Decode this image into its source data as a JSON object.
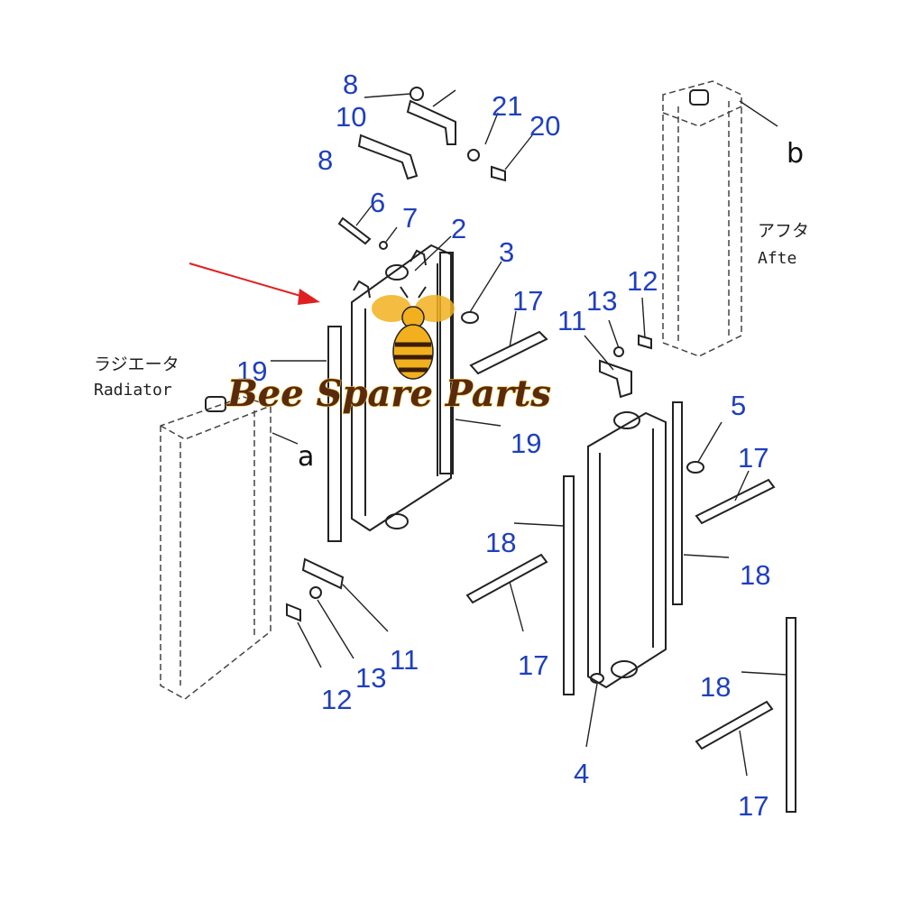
{
  "labels": {
    "radiator_jp": "ラジエータ",
    "radiator_en": "Radiator",
    "after_jp": "アフタ",
    "after_en": "Afte",
    "ref_a": "a",
    "ref_b": "b"
  },
  "watermark": {
    "text": "Bee Spare Parts",
    "color": "#5a2a0e",
    "bee_color": "#f2b01e"
  },
  "arrow_color": "#e02020",
  "callout_color": "#1f3fbf",
  "callouts": [
    {
      "id": "c8-top",
      "n": "8"
    },
    {
      "id": "c10",
      "n": "10"
    },
    {
      "id": "c21",
      "n": "21"
    },
    {
      "id": "c20",
      "n": "20"
    },
    {
      "id": "c8",
      "n": "8"
    },
    {
      "id": "c6",
      "n": "6"
    },
    {
      "id": "c7",
      "n": "7"
    },
    {
      "id": "c2",
      "n": "2"
    },
    {
      "id": "c3",
      "n": "3"
    },
    {
      "id": "c17a",
      "n": "17"
    },
    {
      "id": "c13a",
      "n": "13"
    },
    {
      "id": "c12a",
      "n": "12"
    },
    {
      "id": "c11a",
      "n": "11"
    },
    {
      "id": "c19a",
      "n": "19"
    },
    {
      "id": "c19b",
      "n": "19"
    },
    {
      "id": "c5",
      "n": "5"
    },
    {
      "id": "c17b",
      "n": "17"
    },
    {
      "id": "c18a",
      "n": "18"
    },
    {
      "id": "c18b",
      "n": "18"
    },
    {
      "id": "c17c",
      "n": "17"
    },
    {
      "id": "c11b",
      "n": "11"
    },
    {
      "id": "c12b",
      "n": "12"
    },
    {
      "id": "c13b",
      "n": "13"
    },
    {
      "id": "c18c",
      "n": "18"
    },
    {
      "id": "c4",
      "n": "4"
    },
    {
      "id": "c17d",
      "n": "17"
    }
  ]
}
